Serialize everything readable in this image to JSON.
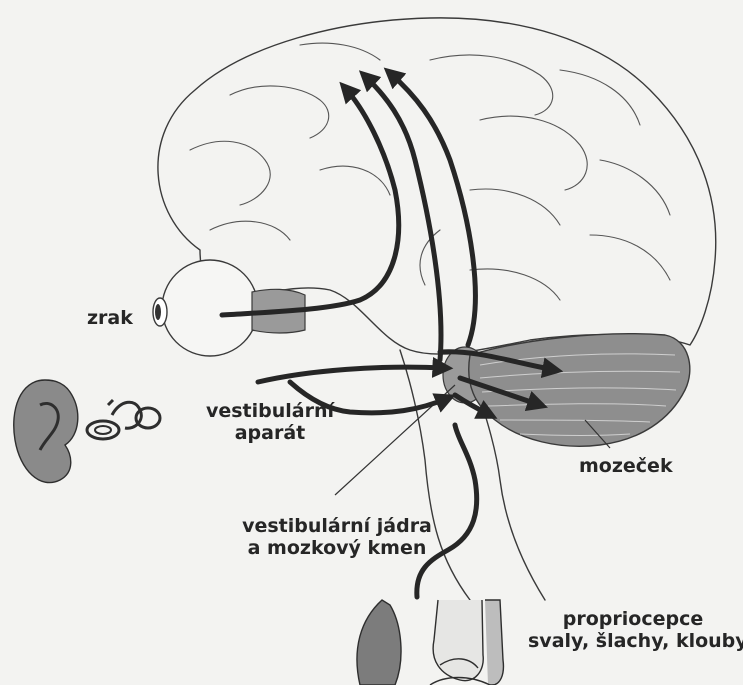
{
  "labels": {
    "vision": "zrak",
    "vestibular_line1": "vestibulární",
    "vestibular_line2": "aparát",
    "cerebellum": "mozeček",
    "nuclei_line1": "vestibulární jádra",
    "nuclei_line2": "a mozkový kmen",
    "proprio_line1": "propriocepce",
    "proprio_line2": "svaly, šlachy, klouby"
  },
  "icons": [
    "brain",
    "eye",
    "ear",
    "inner-ear",
    "cerebellum",
    "brainstem",
    "muscle",
    "knee-joint",
    "pathway-arrow"
  ],
  "colors": {
    "background": "#f3f3f1",
    "ink": "#262626",
    "shading": "#8a8a8a"
  }
}
